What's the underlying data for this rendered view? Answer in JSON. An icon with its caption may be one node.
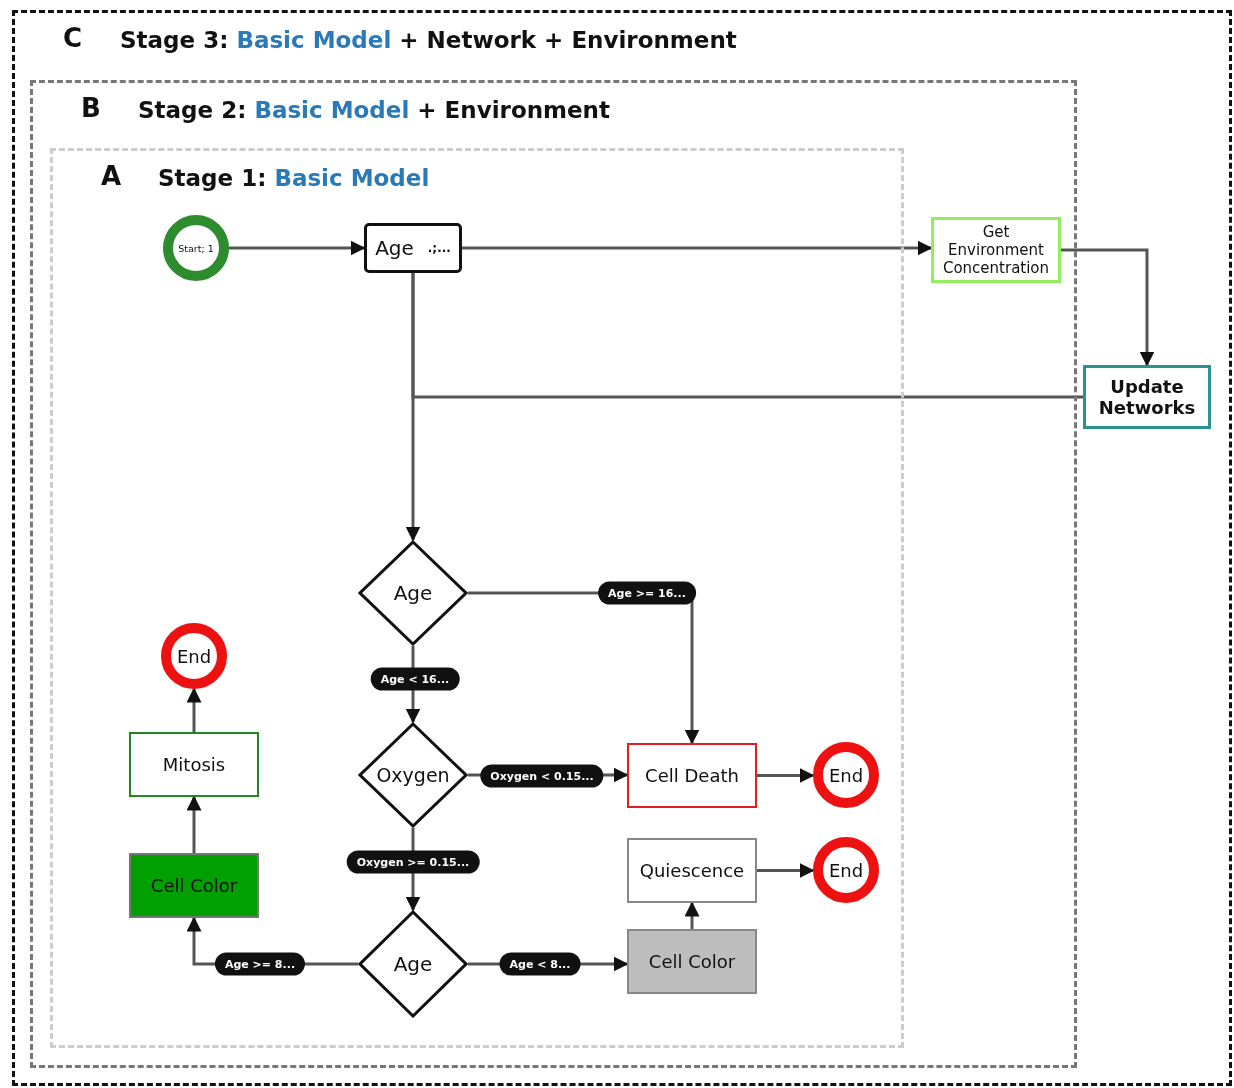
{
  "diagram": {
    "nodes": [
      {
        "text": [
          "C",
          "Stage 3:",
          "Basic Model",
          "+ Network + Environment"
        ]
      },
      {
        "text": [
          "B",
          "Stage 2:",
          "Basic Model",
          "+ Environment"
        ],
        "in": 0
      },
      {
        "text": [
          "A",
          "Stage 1:",
          "Basic Model"
        ],
        "in": 1
      },
      {
        "text": [
          "Start; 1"
        ],
        "in": 2
      },
      {
        "text": [
          "Age",
          ".;..."
        ],
        "in": 2
      },
      {
        "text": [
          "Get Environment Concentration"
        ],
        "in": 1
      },
      {
        "text": [
          "Update Networks"
        ],
        "in": 0
      },
      {
        "text": [
          "Age"
        ],
        "in": 2
      },
      {
        "text": [
          "Oxygen"
        ],
        "in": 2
      },
      {
        "text": [
          "Age"
        ],
        "in": 2
      },
      {
        "text": [
          "Cell Death"
        ],
        "in": 2
      },
      {
        "text": [
          "End"
        ],
        "in": 2
      },
      {
        "text": [
          "Quiescence"
        ],
        "in": 2
      },
      {
        "text": [
          "End"
        ],
        "in": 2
      },
      {
        "text": [
          "Cell Color"
        ],
        "in": 2
      },
      {
        "text": [
          "Cell Color"
        ],
        "in": 2
      },
      {
        "text": [
          "Mitosis"
        ],
        "in": 2
      },
      {
        "text": [
          "End"
        ],
        "in": 2
      }
    ],
    "edges": [
      {
        "from": 3,
        "to": 4,
        "arrow": "to"
      },
      {
        "from": 4,
        "to": 5,
        "arrow": "to"
      },
      {
        "from": 5,
        "to": 6,
        "arrow": "to"
      },
      {
        "from": 4,
        "to": 7,
        "arrow": "to"
      },
      {
        "from": 4,
        "to": 6,
        "arrow": "none"
      },
      {
        "from": 7,
        "to": 10,
        "arrow": "to",
        "label": "Age >= 16..."
      },
      {
        "from": 7,
        "to": 8,
        "arrow": "to",
        "label": "Age < 16..."
      },
      {
        "from": 8,
        "to": 10,
        "arrow": "to",
        "label": "Oxygen < 0.15..."
      },
      {
        "from": 8,
        "to": 9,
        "arrow": "to",
        "label": "Oxygen >= 0.15..."
      },
      {
        "from": 9,
        "to": 14,
        "arrow": "to",
        "label": "Age < 8..."
      },
      {
        "from": 9,
        "to": 15,
        "arrow": "to",
        "label": "Age >= 8..."
      },
      {
        "from": 14,
        "to": 12,
        "arrow": "to"
      },
      {
        "from": 12,
        "to": 13,
        "arrow": "to"
      },
      {
        "from": 10,
        "to": 11,
        "arrow": "to"
      },
      {
        "from": 15,
        "to": 16,
        "arrow": "to"
      },
      {
        "from": 16,
        "to": 17,
        "arrow": "to"
      }
    ]
  }
}
